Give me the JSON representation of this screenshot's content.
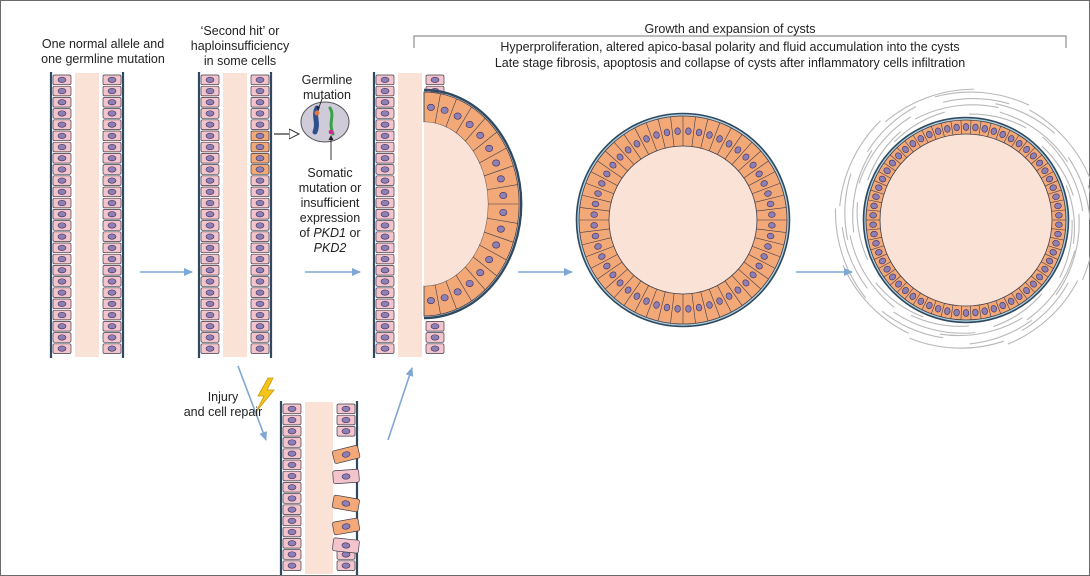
{
  "colors": {
    "normal_cell": "#f4c4cc",
    "mutant_cell": "#f3a877",
    "lumen": "#fae3d6",
    "nucleus": "#8e7fb5",
    "membrane": "#2f4a60",
    "arrow": "#7fa7d6",
    "fibrosis": "#b8b8b8"
  },
  "stage1": {
    "caption_line1": "One normal allele and",
    "caption_line2": "one germline mutation"
  },
  "stage2": {
    "caption_line1": "‘Second hit’ or",
    "caption_line2": "haploinsufficiency",
    "caption_line3": "in some cells"
  },
  "inset": {
    "germline_line1": "Germline",
    "germline_line2": "mutation",
    "somatic_line1": "Somatic",
    "somatic_line2": "mutation or",
    "somatic_line3": "insufficient",
    "somatic_line4": "expression",
    "somatic_line5_pre": "of ",
    "gene1": "PKD1",
    "somatic_line5_post": " or",
    "gene2": "PKD2"
  },
  "injury": {
    "line1": "Injury",
    "line2": "and cell repair",
    "icon": "lightning-icon"
  },
  "header": {
    "title": "Growth and expansion of cysts",
    "line1": "Hyperproliferation, altered apico-basal polarity and fluid accumulation into the cysts",
    "line2": "Late stage fibrosis, apoptosis and collapse of cysts after inflammatory cells infiltration"
  }
}
